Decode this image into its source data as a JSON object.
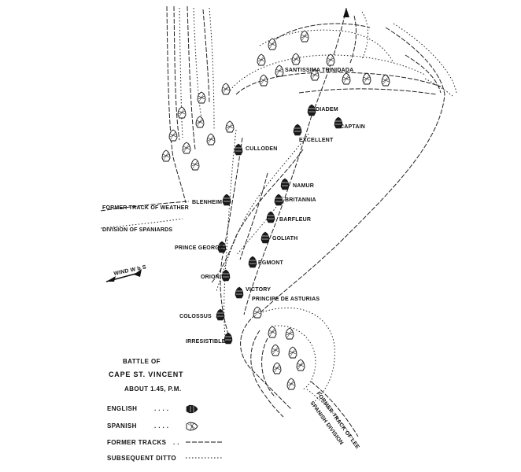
{
  "labels": {
    "santissima": "SANTISSIMA TRINIDADA",
    "diadem": "DIADEM",
    "captain": "CAPTAIN",
    "excellent": "EXCELLENT",
    "culloden": "CULLODEN",
    "namur": "NAMUR",
    "britannia": "BRITANNIA",
    "blenheim": "BLENHEIM",
    "barfleur": "BARFLEUR",
    "goliath": "GOLIATH",
    "prince_george": "PRINCE GEORGE",
    "egmont": "EGMONT",
    "orion": "ORION",
    "victory": "VICTORY",
    "principe": "PRINCIPE DE ASTURIAS",
    "colossus": "COLOSSUS",
    "irresistible": "IRRESISTIBLE",
    "former_track_weather": "FORMER TRACK OF WEATHER",
    "division_spaniards": "DIVISION OF SPANIARDS",
    "former_track_lee": "FORMER TRACK OF LEE",
    "spanish_division": "SPANISH DIVISION",
    "wind": "WIND W b S"
  },
  "legend": {
    "battle_of": "BATTLE OF",
    "title": "CAPE ST. VINCENT",
    "time": "ABOUT 1.45, P.M.",
    "english": "ENGLISH",
    "spanish": "SPANISH",
    "former_tracks": "FORMER TRACKS",
    "subsequent": "SUBSEQUENT DITTO",
    "dots": ". . . .",
    "dots_short": ". ."
  },
  "colors": {
    "ink": "#111111",
    "paper": "#ffffff"
  }
}
